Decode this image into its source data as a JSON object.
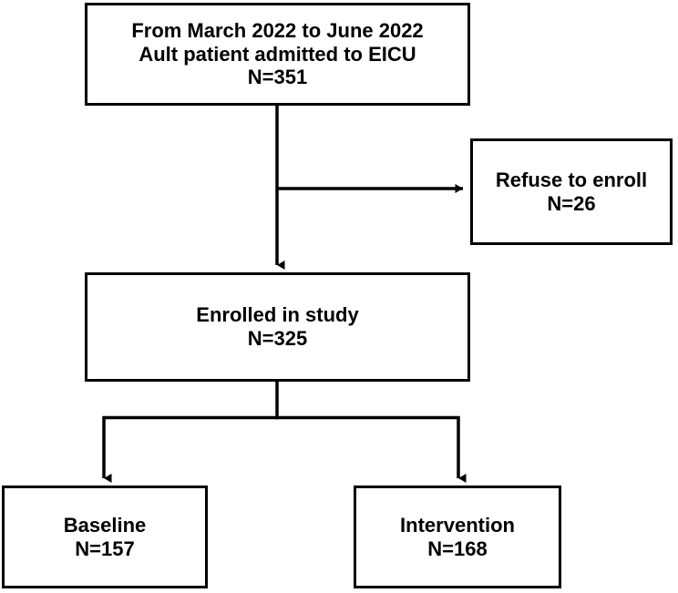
{
  "diagram": {
    "title": "Study enrollment flow diagram",
    "type": "flowchart",
    "background_color": "#ffffff",
    "line_color": "#000000",
    "text_color": "#000000",
    "nodes": [
      {
        "id": "admitted",
        "lines": [
          "From March 2022 to June 2022",
          "Ault patient admitted to EICU",
          "N=351"
        ],
        "count_label": "N=351",
        "count": 351
      },
      {
        "id": "refused",
        "lines": [
          "Refuse to enroll",
          "N=26"
        ],
        "count_label": "N=26",
        "count": 26
      },
      {
        "id": "enrolled",
        "lines": [
          "Enrolled in study",
          "N=325"
        ],
        "count_label": "N=325",
        "count": 325
      },
      {
        "id": "baseline",
        "lines": [
          "Baseline",
          "N=157"
        ],
        "count_label": "N=157",
        "count": 157
      },
      {
        "id": "intervention",
        "lines": [
          "Intervention",
          "N=168"
        ],
        "count_label": "N=168",
        "count": 168
      }
    ],
    "edges": [
      {
        "id": "admitted-to-refused",
        "from": "admitted",
        "to": "refused",
        "label": ""
      },
      {
        "id": "admitted-to-enrolled",
        "from": "admitted",
        "to": "enrolled",
        "label": ""
      },
      {
        "id": "enrolled-to-baseline",
        "from": "enrolled",
        "to": "baseline",
        "label": ""
      },
      {
        "id": "enrolled-to-intervention",
        "from": "enrolled",
        "to": "intervention",
        "label": ""
      }
    ]
  }
}
